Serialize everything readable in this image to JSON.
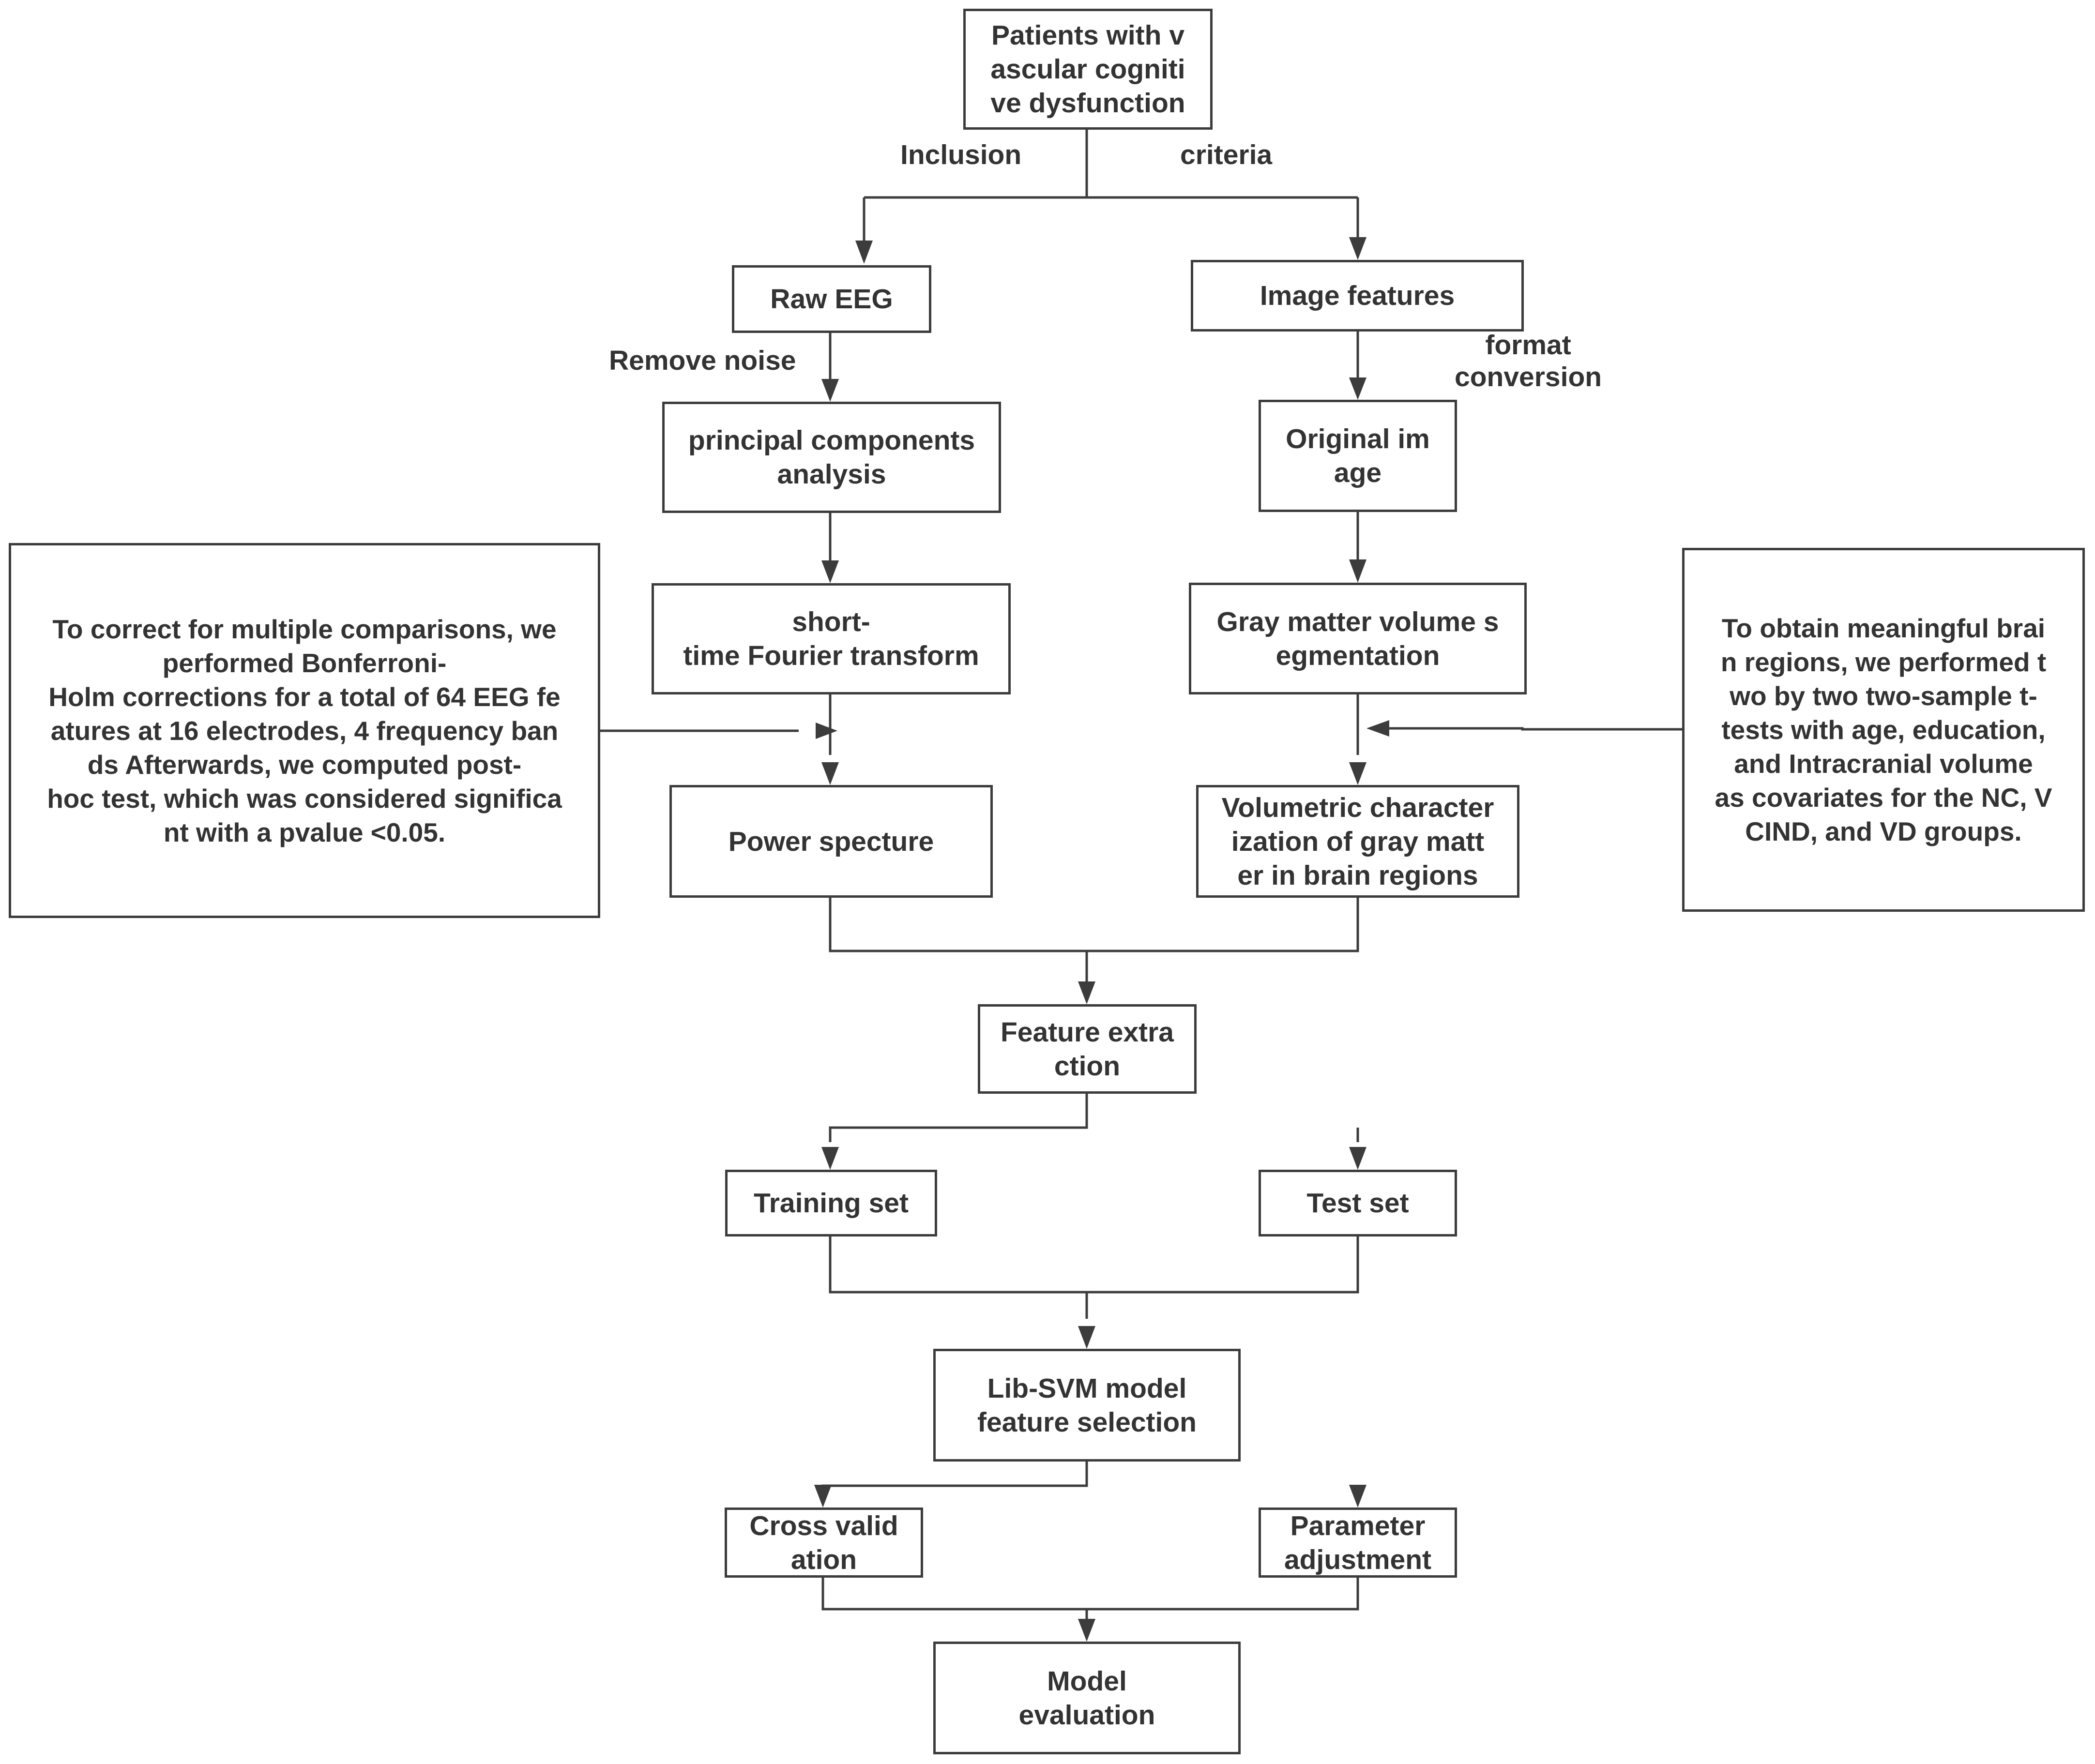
{
  "nodes": {
    "patients": "Patients with v\nascular cogniti\nve dysfunction",
    "raw_eeg": "Raw EEG",
    "pca": "principal components\nanalysis",
    "stft": "short-\ntime Fourier transform",
    "power": "Power  specture",
    "image_features": "Image features",
    "original_image": "Original im\nage",
    "gm_segmentation": "Gray matter volume s\negmentation",
    "volumetric": "Volumetric character\nization of gray matt\ner in brain regions",
    "feature_extraction": "Feature extra\nction",
    "training_set": "Training set",
    "test_set": "Test set",
    "libsvm": "Lib-SVM model\nfeature selection",
    "cross_validation": "Cross valid\nation",
    "parameter_adjustment": "Parameter\nadjustment",
    "model_evaluation": "Model\nevaluation"
  },
  "notes": {
    "left": "To correct for multiple comparisons, we\nperformed Bonferroni-\nHolm corrections for a total of 64 EEG fe\natures at 16 electrodes, 4 frequency ban\nds Afterwards, we computed post-\nhoc test, which was considered significa\nnt with a pvalue <0.05.",
    "right": "To obtain meaningful brai\nn regions, we performed t\nwo by two two-sample t-\ntests with age, education,\nand Intracranial volume\nas covariates for the NC, V\nCIND, and VD groups."
  },
  "edge_labels": {
    "inclusion": "Inclusion",
    "criteria": "criteria",
    "remove_noise": "Remove noise",
    "format_conversion": "format\nconversion"
  }
}
